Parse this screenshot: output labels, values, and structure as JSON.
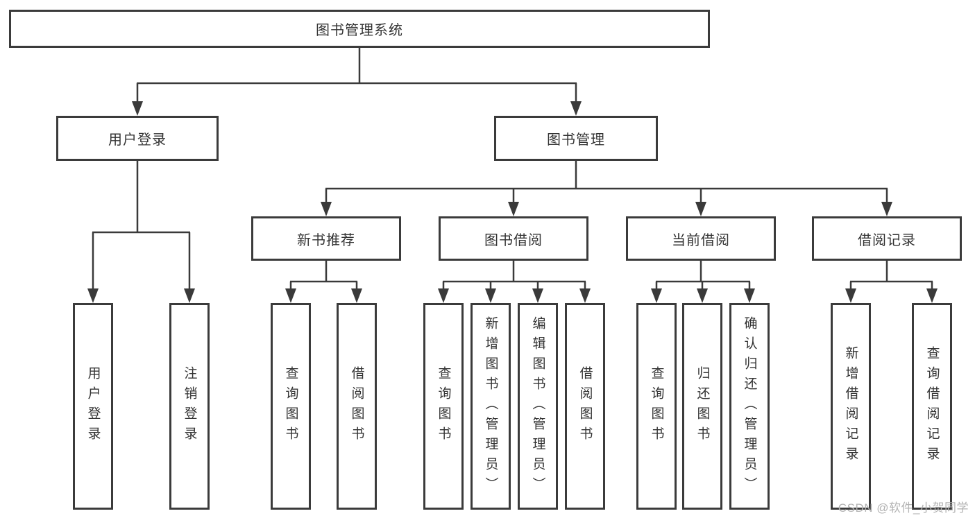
{
  "diagram_type": "hierarchy-tree",
  "tree": {
    "root": {
      "label": "图书管理系统"
    },
    "branches": [
      {
        "label": "用户登录",
        "children": [
          {
            "label": "用户登录"
          },
          {
            "label": "注销登录"
          }
        ]
      },
      {
        "label": "图书管理",
        "groups": [
          {
            "label": "新书推荐",
            "children": [
              {
                "label": "查询图书"
              },
              {
                "label": "借阅图书"
              }
            ]
          },
          {
            "label": "图书借阅",
            "children": [
              {
                "label": "查询图书"
              },
              {
                "label": "新增图书（管理员）"
              },
              {
                "label": "编辑图书（管理员）"
              },
              {
                "label": "借阅图书"
              }
            ]
          },
          {
            "label": "当前借阅",
            "children": [
              {
                "label": "查询图书"
              },
              {
                "label": "归还图书"
              },
              {
                "label": "确认归还（管理员）"
              }
            ]
          },
          {
            "label": "借阅记录",
            "children": [
              {
                "label": "新增借阅记录"
              },
              {
                "label": "查询借阅记录"
              }
            ]
          }
        ]
      }
    ]
  },
  "watermark": {
    "text": "CSDN @软件_小贺同学"
  },
  "colors": {
    "line": "#3a3a3a",
    "box_border": "#3b3b3b",
    "text": "#333333",
    "watermark": "#b3b3b3",
    "background": "#ffffff"
  }
}
